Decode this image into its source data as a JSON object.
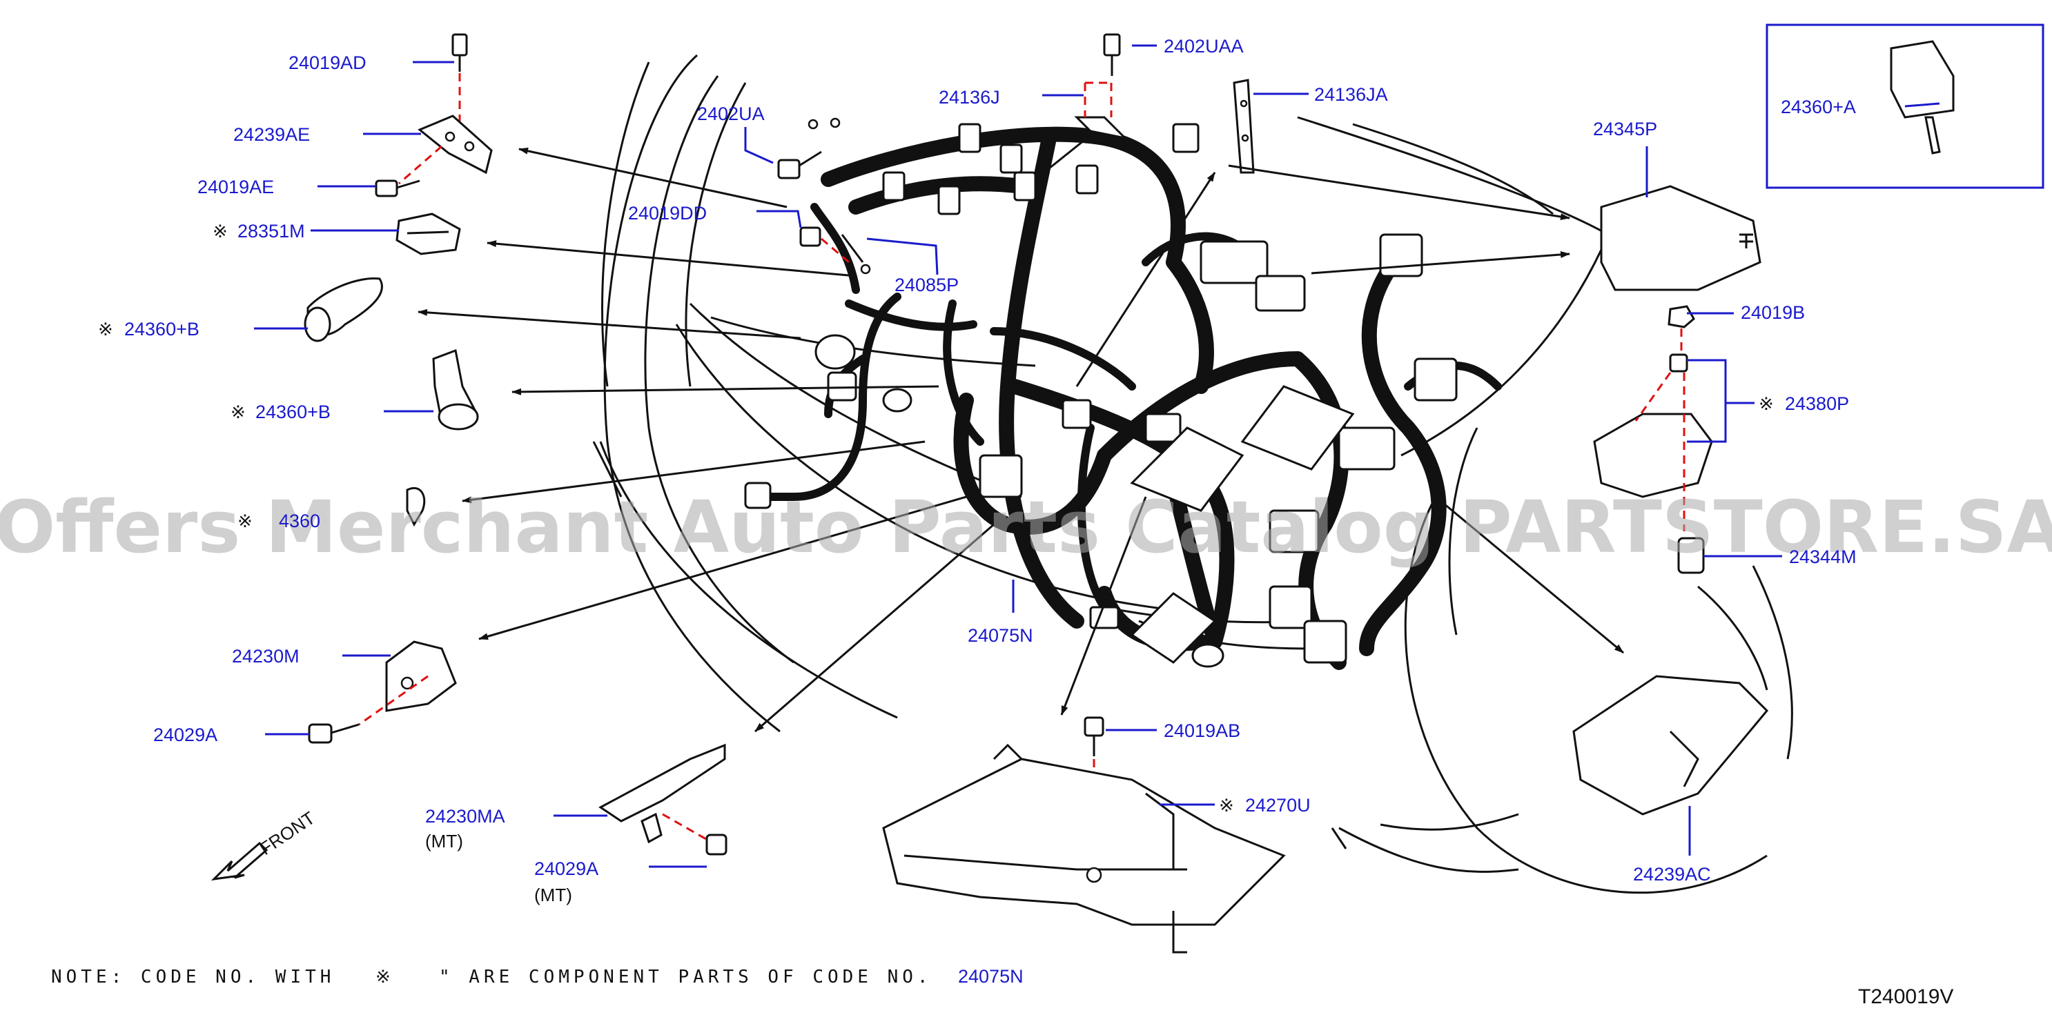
{
  "watermark": "Offers Merchant Auto Parts Catalog PARTSTORE.SA",
  "diagram_code": "T240019V",
  "note": {
    "prefix": "NOTE: CODE NO. WITH",
    "symbol": "※",
    "suffix": "\" ARE COMPONENT PARTS OF CODE NO.",
    "ref": "24075N"
  },
  "front_label": "FRONT",
  "mark": "※",
  "labels": {
    "l_24019AD": "24019AD",
    "l_24239AE": "24239AE",
    "l_24019AE": "24019AE",
    "l_28351M": "28351M",
    "l_24360B_1": "24360+B",
    "l_24360B_2": "24360+B",
    "l_24360_partial": "4360",
    "l_24230M": "24230M",
    "l_24029A": "24029A",
    "l_24230MA": "24230MA",
    "l_24029A_2": "24029A",
    "l_2402UA": "2402UA",
    "l_24019DD": "24019DD",
    "l_24085P": "24085P",
    "l_24136J": "24136J",
    "l_2402UAA": "2402UAA",
    "l_24136JA": "24136JA",
    "l_24360A": "24360+A",
    "l_24345P": "24345P",
    "l_24019B": "24019B",
    "l_24380P": "24380P",
    "l_24344M": "24344M",
    "l_24075N": "24075N",
    "l_24019AB": "24019AB",
    "l_24270U": "24270U",
    "l_24239AC": "24239AC"
  },
  "qualifiers": {
    "mt_1": "(MT)",
    "mt_2": "(MT)"
  }
}
